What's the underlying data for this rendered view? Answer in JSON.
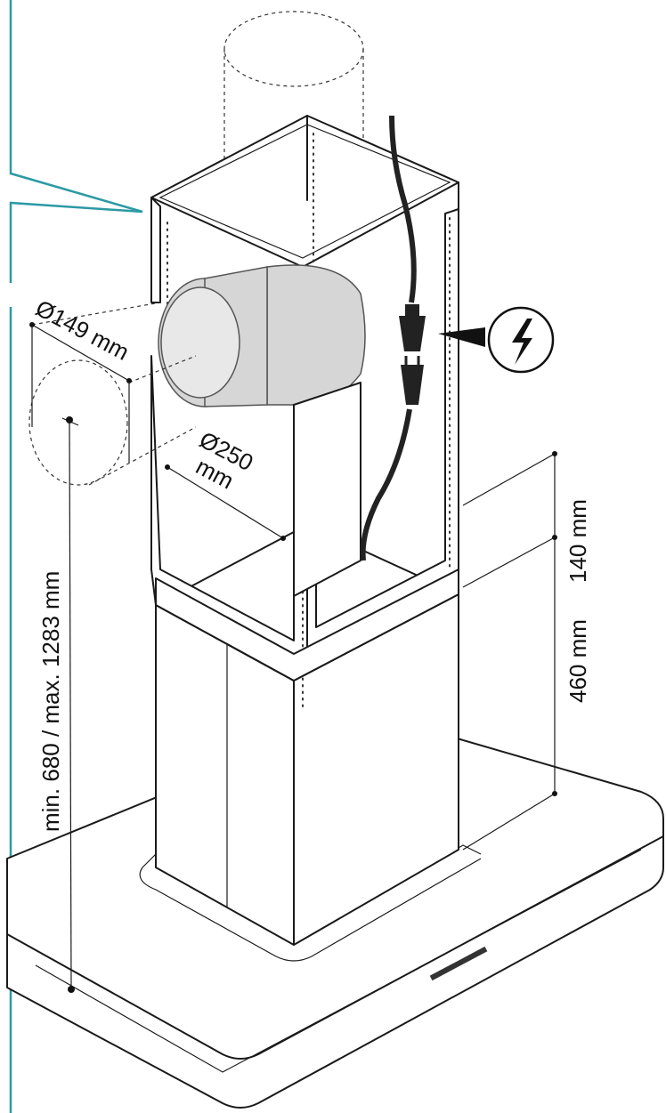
{
  "labels": {
    "outlet_diameter": "Ø149 mm",
    "duct_diameter_value": "Ø250",
    "duct_diameter_unit": "mm",
    "height_range": "min. 680 / max. 1283 mm",
    "chimney_height": "460 mm",
    "chimney_offset": "140 mm"
  },
  "icons": {
    "power": "lightning-icon",
    "plug": "plug-icon",
    "socket": "socket-icon"
  },
  "colors": {
    "callout": "#2b9aa3",
    "line": "#1a1a1a",
    "pipe": "#d6d6d6"
  }
}
